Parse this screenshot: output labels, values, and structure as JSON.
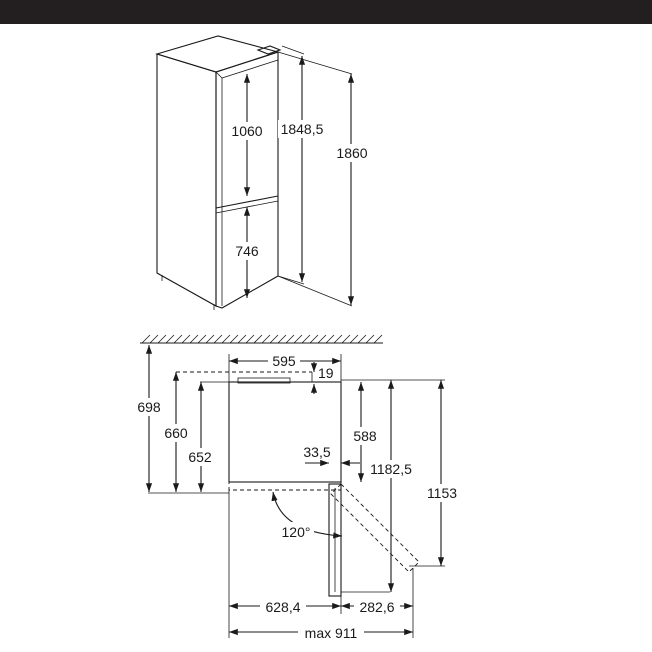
{
  "header": {
    "faded_title": ""
  },
  "front_view": {
    "dim_fridge_height": "1060",
    "dim_freezer_height": "746",
    "dim_height_without_hinge": "1848,5",
    "dim_total_height": "1860"
  },
  "top_view": {
    "dim_width": "595",
    "dim_hinge_offset": "19",
    "dim_wall_to_door_outer": "698",
    "dim_wall_to_door": "660",
    "dim_cabinet_depth": "652",
    "dim_door_open_depth": "588",
    "dim_door_thickness": "33,5",
    "dim_depth_door_open": "1182,5",
    "dim_depth_max": "1153",
    "door_angle": "120°",
    "dim_left_width": "628,4",
    "dim_right_width": "282,6",
    "dim_max_width": "max 911"
  },
  "colors": {
    "topbar": "#231f20",
    "line": "#1a1a1a",
    "background": "#ffffff"
  }
}
